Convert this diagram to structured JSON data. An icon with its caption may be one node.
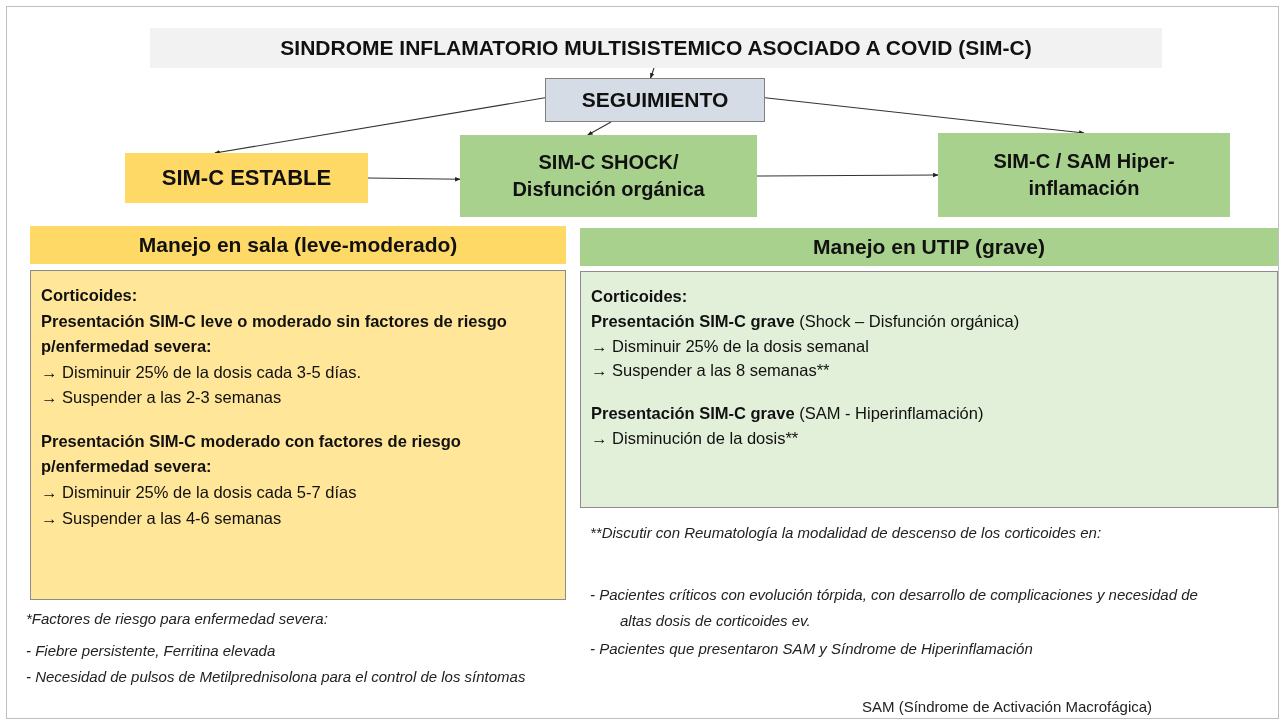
{
  "diagram": {
    "nodes": [
      {
        "text": [
          "SINDROME INFLAMATORIO MULTISISTEMICO ASOCIADO A COVID (SIM-C)"
        ]
      },
      {
        "text": [
          "SEGUIMIENTO"
        ]
      },
      {
        "text": [
          "SIM-C ESTABLE"
        ]
      },
      {
        "text": [
          "SIM-C SHOCK/ Disfunción orgánica"
        ]
      },
      {
        "text": [
          "SIM-C / SAM Hiper-inflamación"
        ]
      },
      {
        "text": [
          "Manejo en sala (leve-moderado)"
        ]
      },
      {
        "text": [
          "Corticoides:",
          "Presentación SIM-C leve o moderado sin factores de riesgo p/enfermedad severa:",
          "→ Disminuir 25% de la dosis cada 3-5 días.",
          "→ Suspender a las 2-3 semanas",
          "Presentación SIM-C moderado con factores de riesgo p/enfermedad severa:",
          "→ Disminuir 25% de la dosis cada 5-7 días",
          "→ Suspender a las 4-6 semanas"
        ]
      },
      {
        "text": [
          "Manejo en UTIP (grave)"
        ]
      },
      {
        "text": [
          "Corticoides:",
          "**Presentación SIM-C grave** (Shock – Disfunción orgánica)",
          "→ Disminuir 25% de la dosis semanal",
          "→ Suspender a las 8 semanas**",
          "**Presentación SIM-C grave** (SAM - Hiperinflamación)",
          "→ Disminución de la dosis**"
        ]
      }
    ],
    "edges": [
      {
        "from": 0,
        "to": 1,
        "arrow": "to"
      },
      {
        "from": 1,
        "to": 2,
        "arrow": "to"
      },
      {
        "from": 1,
        "to": 3,
        "arrow": "to"
      },
      {
        "from": 1,
        "to": 4,
        "arrow": "to"
      },
      {
        "from": 2,
        "to": 3,
        "arrow": "to"
      },
      {
        "from": 3,
        "to": 4,
        "arrow": "to"
      }
    ],
    "labels": [
      "*Factores de riesgo para enfermedad severa:",
      "- Fiebre persistente, Ferritina elevada",
      "- Necesidad de pulsos de Metilprednisolona para el control de los síntomas",
      "**Discutir con Reumatología la modalidad de descenso de los corticoides en:",
      "- Pacientes críticos con evolución tórpida, con desarrollo de complicaciones y necesidad de altas dosis de corticoides ev.",
      "- Pacientes que presentaron SAM y Síndrome de Hiperinflamación",
      "SAM (Síndrome de Activación Macrofágica)"
    ]
  }
}
